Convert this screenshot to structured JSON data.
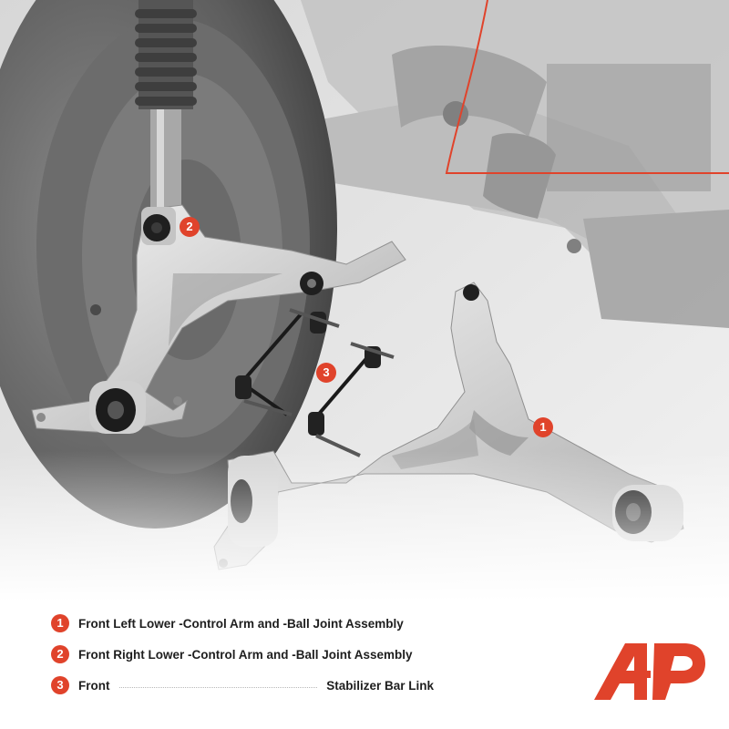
{
  "callouts": {
    "c1": "1",
    "c2": "2",
    "c3": "3"
  },
  "legend": [
    {
      "num": "1",
      "label": "Front Left Lower -Control Arm and -Ball Joint Assembly"
    },
    {
      "num": "2",
      "label": "Front Right Lower -Control Arm and -Ball Joint Assembly"
    },
    {
      "num": "3",
      "label": "Front",
      "label_right": "Stabilizer Bar Link"
    }
  ],
  "colors": {
    "accent": "#e0432b",
    "text": "#1e1e1e"
  },
  "logo": {
    "name": "brand-logo"
  }
}
